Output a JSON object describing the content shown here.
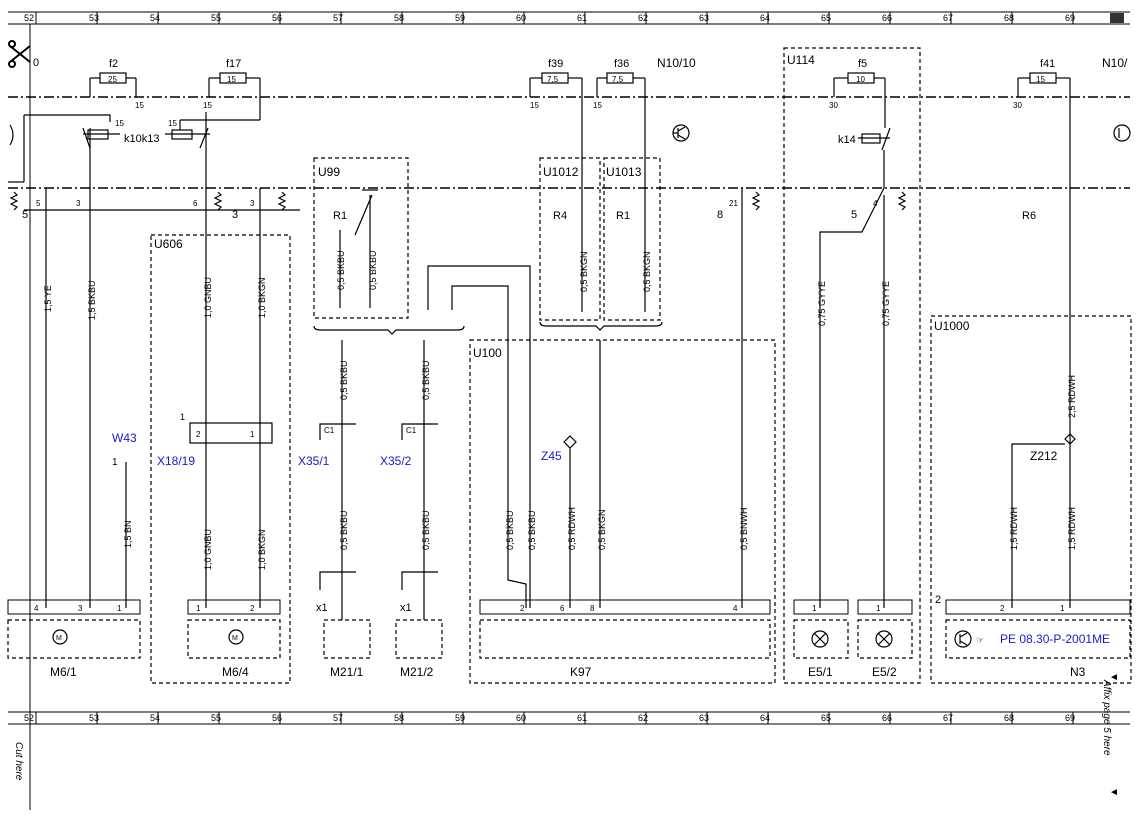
{
  "grid_numbers": [
    "52",
    "53",
    "54",
    "55",
    "56",
    "57",
    "58",
    "59",
    "60",
    "61",
    "62",
    "63",
    "64",
    "65",
    "66",
    "67",
    "68",
    "69"
  ],
  "top_labels": {
    "n10_10": "N10/10",
    "n10_cut": "N10/",
    "scissors_suffix": "0"
  },
  "fuses": [
    {
      "label": "f2",
      "value": "25",
      "term": "15"
    },
    {
      "label": "f17",
      "value": "15",
      "term": "15"
    },
    {
      "label": "f39",
      "value": "7,5",
      "term": "15"
    },
    {
      "label": "f36",
      "value": "7,5",
      "term": "15"
    },
    {
      "label": "f5",
      "value": "10",
      "term": "30"
    },
    {
      "label": "f41",
      "value": "15",
      "term": "30"
    }
  ],
  "relays": {
    "k10k13": "k10k13",
    "k14": "k14",
    "k10_term": "15",
    "k13_term": "15"
  },
  "modules": {
    "u606": "U606",
    "u99": "U99",
    "u1012": "U1012",
    "u1013": "U1013",
    "u100": "U100",
    "u114": "U114",
    "u1000": "U1000"
  },
  "resistors": {
    "r1a": "R1",
    "r4": "R4",
    "r1b": "R1",
    "r6": "R6"
  },
  "pins": {
    "p5": "5",
    "p3a": "3",
    "p6": "6",
    "p3b": "3",
    "p3c": "3",
    "p8": "8",
    "p21": "21",
    "p4": "4",
    "p5b": "5",
    "p1a": "1",
    "p1b": "1",
    "p2": "2",
    "p4b": "4",
    "p3d": "3",
    "p1c": "1",
    "p1d": "1",
    "p2b": "2",
    "p2c": "2",
    "p6b": "6",
    "p8b": "8",
    "p4c": "4",
    "p1e": "1",
    "p1f": "1",
    "p2d": "2",
    "p1g": "1",
    "p2e": "2",
    "c1a": "C1",
    "c1b": "C1",
    "x1a": "x1",
    "x1b": "x1",
    "p1h": "1",
    "p1i": "1"
  },
  "wires": {
    "w_15ye": "1,5 YE",
    "w_15bkbu": "1,5 BKBU",
    "w_10gnbu_top": "1,0 GNBU",
    "w_10bkgn_top": "1,0 BKGN",
    "w_05bkbu_a": "0,5 BKBU",
    "w_05bkbu_b": "0,5 BKBU",
    "w_05bkgn_a": "0,5 BKGN",
    "w_05bkgn_b": "0,5 BKGN",
    "w_075gyye_a": "0,75 GYYE",
    "w_075gyye_b": "0,75 GYYE",
    "w_25rdwh": "2,5 RDWH",
    "w_05bkbu_c": "0,5 BKBU",
    "w_05bkbu_d": "0,5 BKBU",
    "w_15bn": "1,5 BN",
    "w_10gnbu_bot": "1,0 GNBU",
    "w_10bkgn_bot": "1,0 BKGN",
    "w_05bkbu_e": "0,5 BKBU",
    "w_05bkbu_f": "0,5 BKBU",
    "w_05bkbu_g": "0,5 BKBU",
    "w_05bkbu_h": "0,5 BKBU",
    "w_05rdwh": "0,5 RDWH",
    "w_05bkgn_c": "0,5 BKGN",
    "w_05bnwh": "0,5 BNWH",
    "w_15rdwh_a": "1,5 RDWH",
    "w_15rdwh_b": "1,5 RDWH"
  },
  "connectors": {
    "w43": "W43",
    "x18_19": "X18/19",
    "x35_1": "X35/1",
    "x35_2": "X35/2",
    "z45": "Z45",
    "z212": "Z212"
  },
  "components": {
    "m6_1": "M6/1",
    "m6_4": "M6/4",
    "m21_1": "M21/1",
    "m21_2": "M21/2",
    "k97": "K97",
    "e5_1": "E5/1",
    "e5_2": "E5/2",
    "n3": "N3"
  },
  "pe_ref": "PE 08.30-P-2001ME",
  "side_texts": {
    "cut_here": "Cut here",
    "affix": "Affix page 5 here"
  }
}
